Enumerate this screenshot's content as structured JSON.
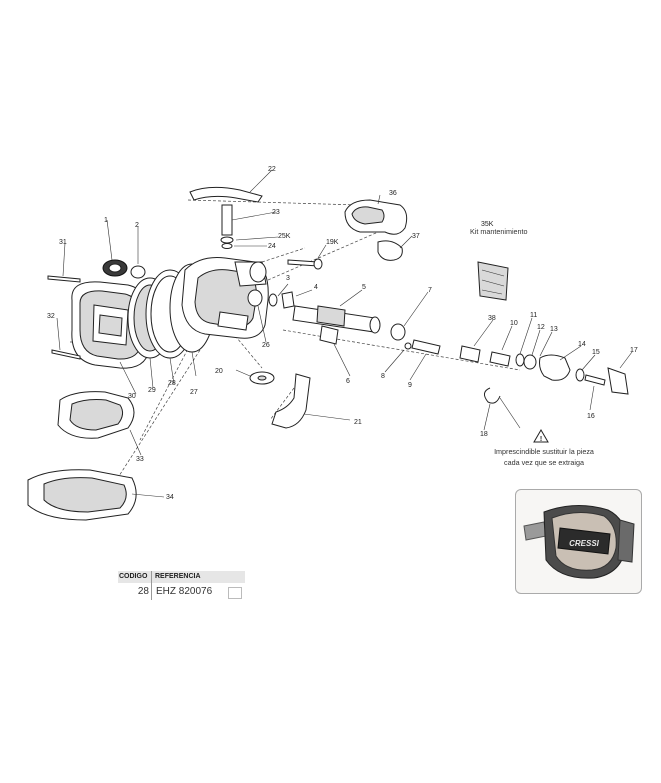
{
  "labels": {
    "l1": "1",
    "l2": "2",
    "l3": "3",
    "l4": "4",
    "l5": "5",
    "l6": "6",
    "l7": "7",
    "l8": "8",
    "l9": "9",
    "l10": "10",
    "l11": "11",
    "l12": "12",
    "l13": "13",
    "l14": "14",
    "l15": "15",
    "l16": "16",
    "l17": "17",
    "l18": "18",
    "l19k": "19K",
    "l20": "20",
    "l21": "21",
    "l22": "22",
    "l23": "23",
    "l24": "24",
    "l25k": "25K",
    "l26": "26",
    "l27": "27",
    "l28": "28",
    "l29": "29",
    "l30": "30",
    "l31": "31",
    "l32": "32",
    "l33": "33",
    "l34": "34",
    "l35k": "35K",
    "l36": "36",
    "l37": "37",
    "l38": "38"
  },
  "kit": {
    "title": "Kit mantenimiento"
  },
  "warning": {
    "line1": "Imprescindible sustituir la pieza",
    "line2": "cada vez que se extraiga"
  },
  "parts_table": {
    "header_code": "CODIGO",
    "header_ref": "REFERENCIA",
    "code": "28",
    "reference": "EHZ 820076"
  },
  "photo": {
    "brand": "CRESSI"
  },
  "colors": {
    "ink": "#222222",
    "table_header_bg": "#e6e6e6",
    "photo_body": "#5a5a5a"
  }
}
